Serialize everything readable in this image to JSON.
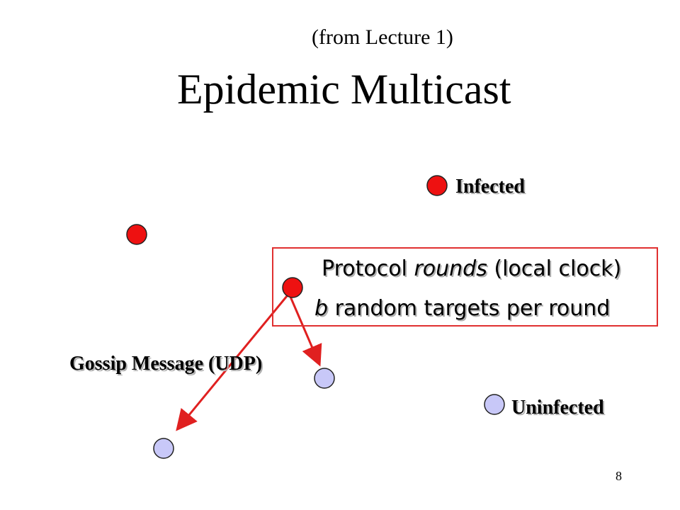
{
  "slide": {
    "subtitle": "(from Lecture 1)",
    "title": "Epidemic Multicast",
    "legend": {
      "infected_label": "Infected",
      "uninfected_label": "Uninfected"
    },
    "gossip_label": "Gossip Message (UDP)",
    "box": {
      "line1_prefix": "Protocol ",
      "line1_italic": "rounds",
      "line1_suffix": " (local clock)",
      "line2_italic": "b",
      "line2_suffix": " random targets per round"
    },
    "page_number": "8"
  },
  "colors": {
    "infected": "#ee1111",
    "uninfected": "#c8c8f8",
    "arrow": "#e02020",
    "box_border": "#e03030"
  }
}
